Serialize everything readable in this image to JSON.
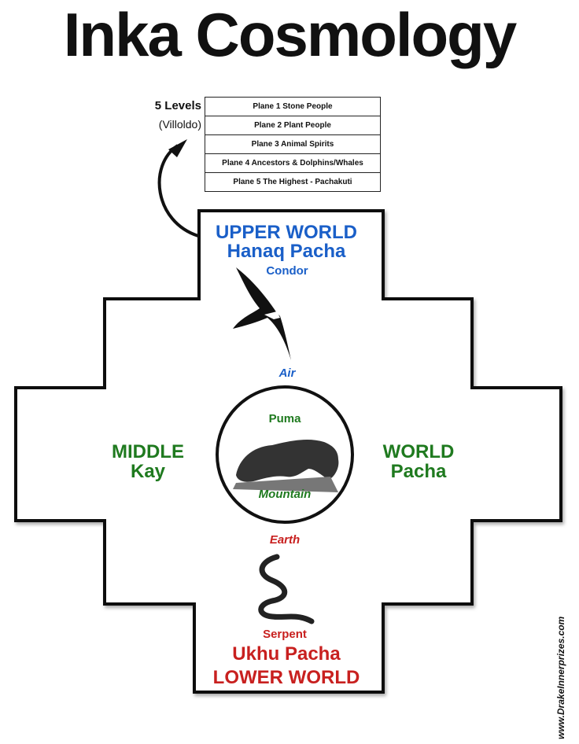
{
  "title": "Inka Cosmology",
  "levels": {
    "heading": "5 Levels",
    "source": "(Villoldo)",
    "planes": [
      "Plane 1 Stone People",
      "Plane 2 Plant People",
      "Plane 3 Animal Spirits",
      "Plane 4 Ancestors & Dolphins/Whales",
      "Plane 5 The Highest - Pachakuti"
    ]
  },
  "upper": {
    "title": "UPPER WORLD",
    "name": "Hanaq Pacha",
    "animal": "Condor",
    "element": "Air",
    "color": "#1a5fc8"
  },
  "middle": {
    "left_title": "MIDDLE",
    "left_name": "Kay",
    "right_title": "WORLD",
    "right_name": "Pacha",
    "animal": "Puma",
    "element": "Mountain",
    "color": "#1f7a1f"
  },
  "lower": {
    "element": "Earth",
    "animal": "Serpent",
    "name": "Ukhu Pacha",
    "title": "LOWER WORLD",
    "color": "#c8201f"
  },
  "credit": "www.DrakeInnerprizes.com"
}
